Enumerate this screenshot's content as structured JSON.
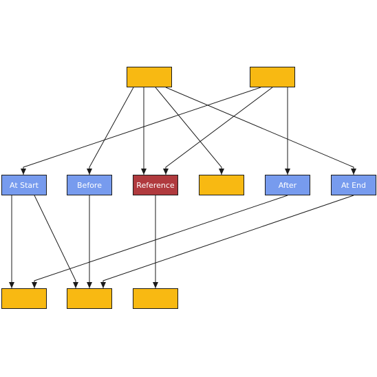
{
  "colors": {
    "background": "#ffffff",
    "edge": "#1a1a1a",
    "node_border": "#1a1a1a",
    "label_text": "#ffffff",
    "yellow_node": "#f8b912",
    "blue_node": "#779bee",
    "red_node": "#b03a3e"
  },
  "nodes": [
    {
      "id": "top-left",
      "label": "",
      "fill": "yellow"
    },
    {
      "id": "top-right",
      "label": "",
      "fill": "yellow"
    },
    {
      "id": "at-start",
      "label": "At Start",
      "fill": "blue"
    },
    {
      "id": "before",
      "label": "Before",
      "fill": "blue"
    },
    {
      "id": "reference",
      "label": "Reference",
      "fill": "red"
    },
    {
      "id": "mid-empty",
      "label": "",
      "fill": "yellow"
    },
    {
      "id": "after",
      "label": "After",
      "fill": "blue"
    },
    {
      "id": "at-end",
      "label": "At End",
      "fill": "blue"
    },
    {
      "id": "bottom-left",
      "label": "",
      "fill": "yellow"
    },
    {
      "id": "bottom-mid",
      "label": "",
      "fill": "yellow"
    },
    {
      "id": "bottom-right",
      "label": "",
      "fill": "yellow"
    }
  ],
  "edges": [
    {
      "from": "top-left",
      "to": "before"
    },
    {
      "from": "top-left",
      "to": "reference"
    },
    {
      "from": "top-left",
      "to": "mid-empty"
    },
    {
      "from": "top-left",
      "to": "at-end"
    },
    {
      "from": "top-right",
      "to": "at-start"
    },
    {
      "from": "top-right",
      "to": "reference"
    },
    {
      "from": "top-right",
      "to": "after"
    },
    {
      "from": "at-start",
      "to": "bottom-left"
    },
    {
      "from": "at-start",
      "to": "bottom-mid"
    },
    {
      "from": "before",
      "to": "bottom-mid"
    },
    {
      "from": "reference",
      "to": "bottom-right"
    },
    {
      "from": "after",
      "to": "bottom-left"
    },
    {
      "from": "at-end",
      "to": "bottom-mid"
    }
  ]
}
